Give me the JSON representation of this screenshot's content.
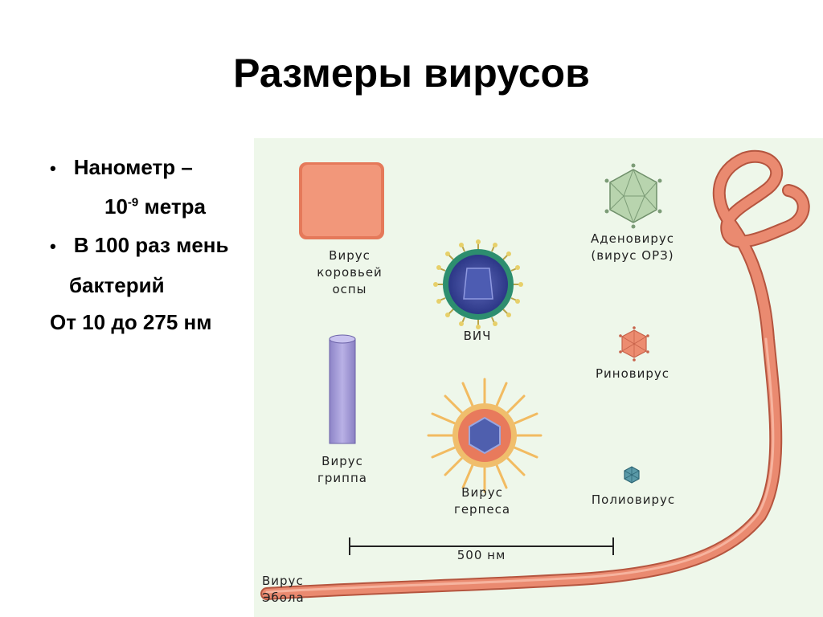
{
  "slide": {
    "title": "Размеры вирусов",
    "bullets": {
      "line1": "Нанометр –",
      "line2_base": "10",
      "line2_exp": "-9",
      "line2_rest": " метра",
      "line3": "В 100 раз мень",
      "line4": "бактерий",
      "line5": "От 10 до 275 нм"
    }
  },
  "diagram": {
    "labels": {
      "cowpox_1": "Вирус",
      "cowpox_2": "коровьей",
      "cowpox_3": "оспы",
      "hiv": "ВИЧ",
      "adenovirus_1": "Аденовирус",
      "adenovirus_2": "(вирус ОРЗ)",
      "rhinovirus": "Риновирус",
      "influenza_1": "Вирус",
      "influenza_2": "гриппа",
      "herpes_1": "Вирус",
      "herpes_2": "герпеса",
      "poliovirus": "Полиовирус",
      "scale": "500 нм",
      "ebola_1": "Вирус",
      "ebola_2": "Эбола"
    },
    "colors": {
      "background": "#eef7ea",
      "ebola": "#e9826a",
      "cowpox": "#ef8f6f",
      "influenza": "#a79fd6",
      "hiv_ring": "#3a9a7a",
      "hiv_core": "#3c4b9e",
      "herpes": "#f0c070",
      "adenovirus": "#b9d3b0",
      "rhinovirus": "#ec8c70",
      "poliovirus": "#4e8f9c"
    }
  }
}
